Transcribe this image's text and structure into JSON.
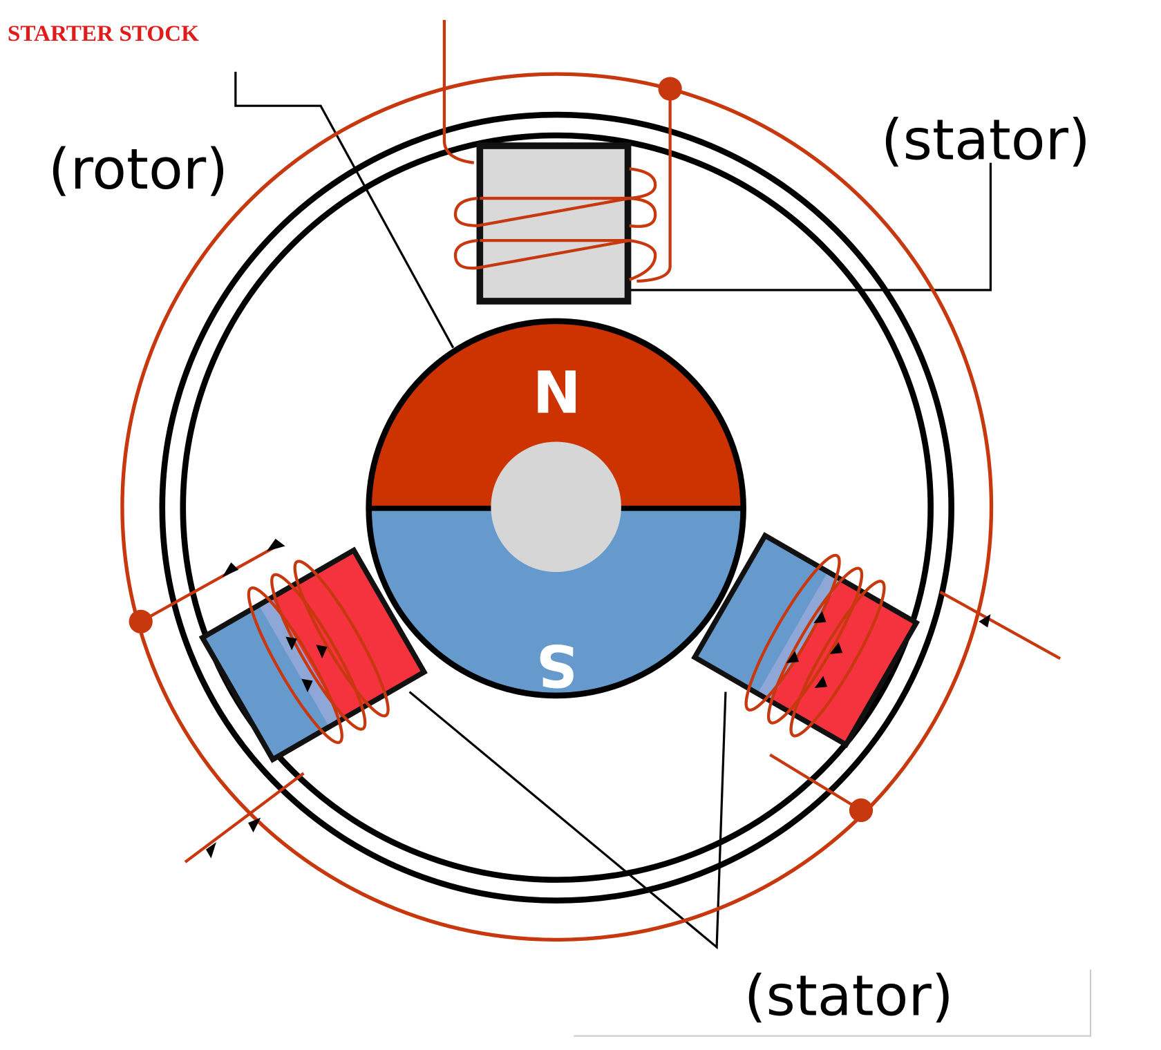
{
  "watermark": "STARTER STOCK",
  "labels": {
    "rotor": "(rotor)",
    "stator_top": "(stator)",
    "stator_bottom": "(stator)"
  },
  "poles": {
    "north": "N",
    "south": "S"
  },
  "colors": {
    "wire": "#c8380f",
    "north": "#cc3300",
    "south": "#6699cc",
    "stator_red": "#f5333f",
    "stator_grey": "#d9d9d9",
    "brand": "#e01b1b"
  }
}
